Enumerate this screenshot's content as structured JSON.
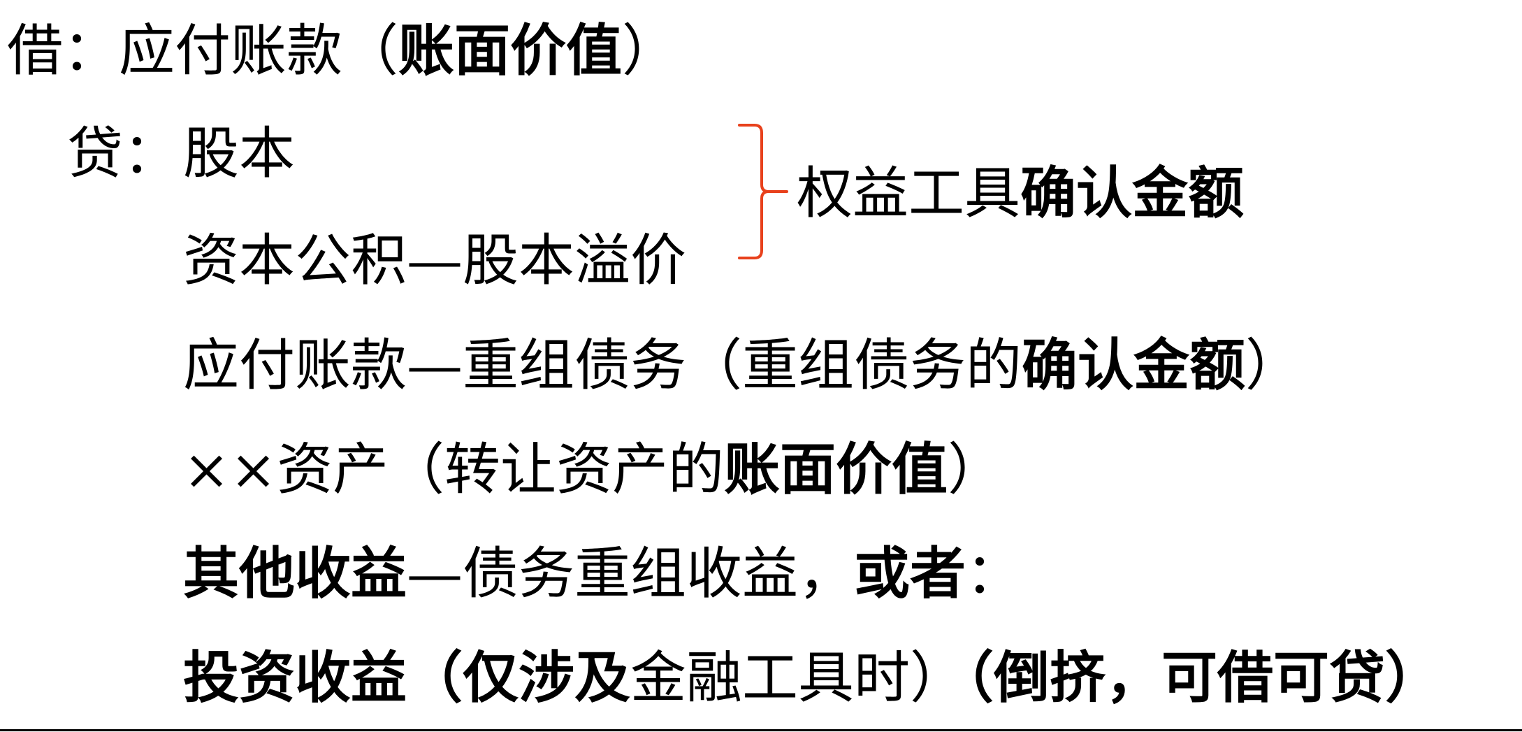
{
  "journal_entry": {
    "debit": {
      "label": "借：",
      "account": "应付账款",
      "open_paren": "（",
      "note_bold": "账面价值",
      "close_paren": "）"
    },
    "credit": {
      "label": "贷：",
      "lines": [
        {
          "segments": [
            {
              "text": "股本",
              "bold": false
            }
          ]
        },
        {
          "segments": [
            {
              "text": "资本公积—股本溢价",
              "bold": false
            }
          ]
        },
        {
          "segments": [
            {
              "text": "应付账款—重组债务（重组债务的",
              "bold": false
            },
            {
              "text": "确认金额",
              "bold": true
            },
            {
              "text": "）",
              "bold": false
            }
          ]
        },
        {
          "segments": [
            {
              "text": "××资产（转让资产的",
              "bold": false
            },
            {
              "text": "账面价值",
              "bold": true
            },
            {
              "text": "）",
              "bold": false
            }
          ]
        },
        {
          "segments": [
            {
              "text": "其他收益",
              "bold": true
            },
            {
              "text": "—债务重组收益，",
              "bold": false
            },
            {
              "text": "或者",
              "bold": true
            },
            {
              "text": "：",
              "bold": false
            }
          ]
        },
        {
          "segments": [
            {
              "text": "投资收益（仅涉及",
              "bold": true
            },
            {
              "text": "金融工具时）",
              "bold": false
            },
            {
              "text": "（倒挤，可借可贷）",
              "bold": true
            }
          ]
        }
      ]
    },
    "brace_annotation": {
      "normal_text": "权益工具",
      "bold_text": "确认金额",
      "brace_color": "#E8411C"
    }
  }
}
